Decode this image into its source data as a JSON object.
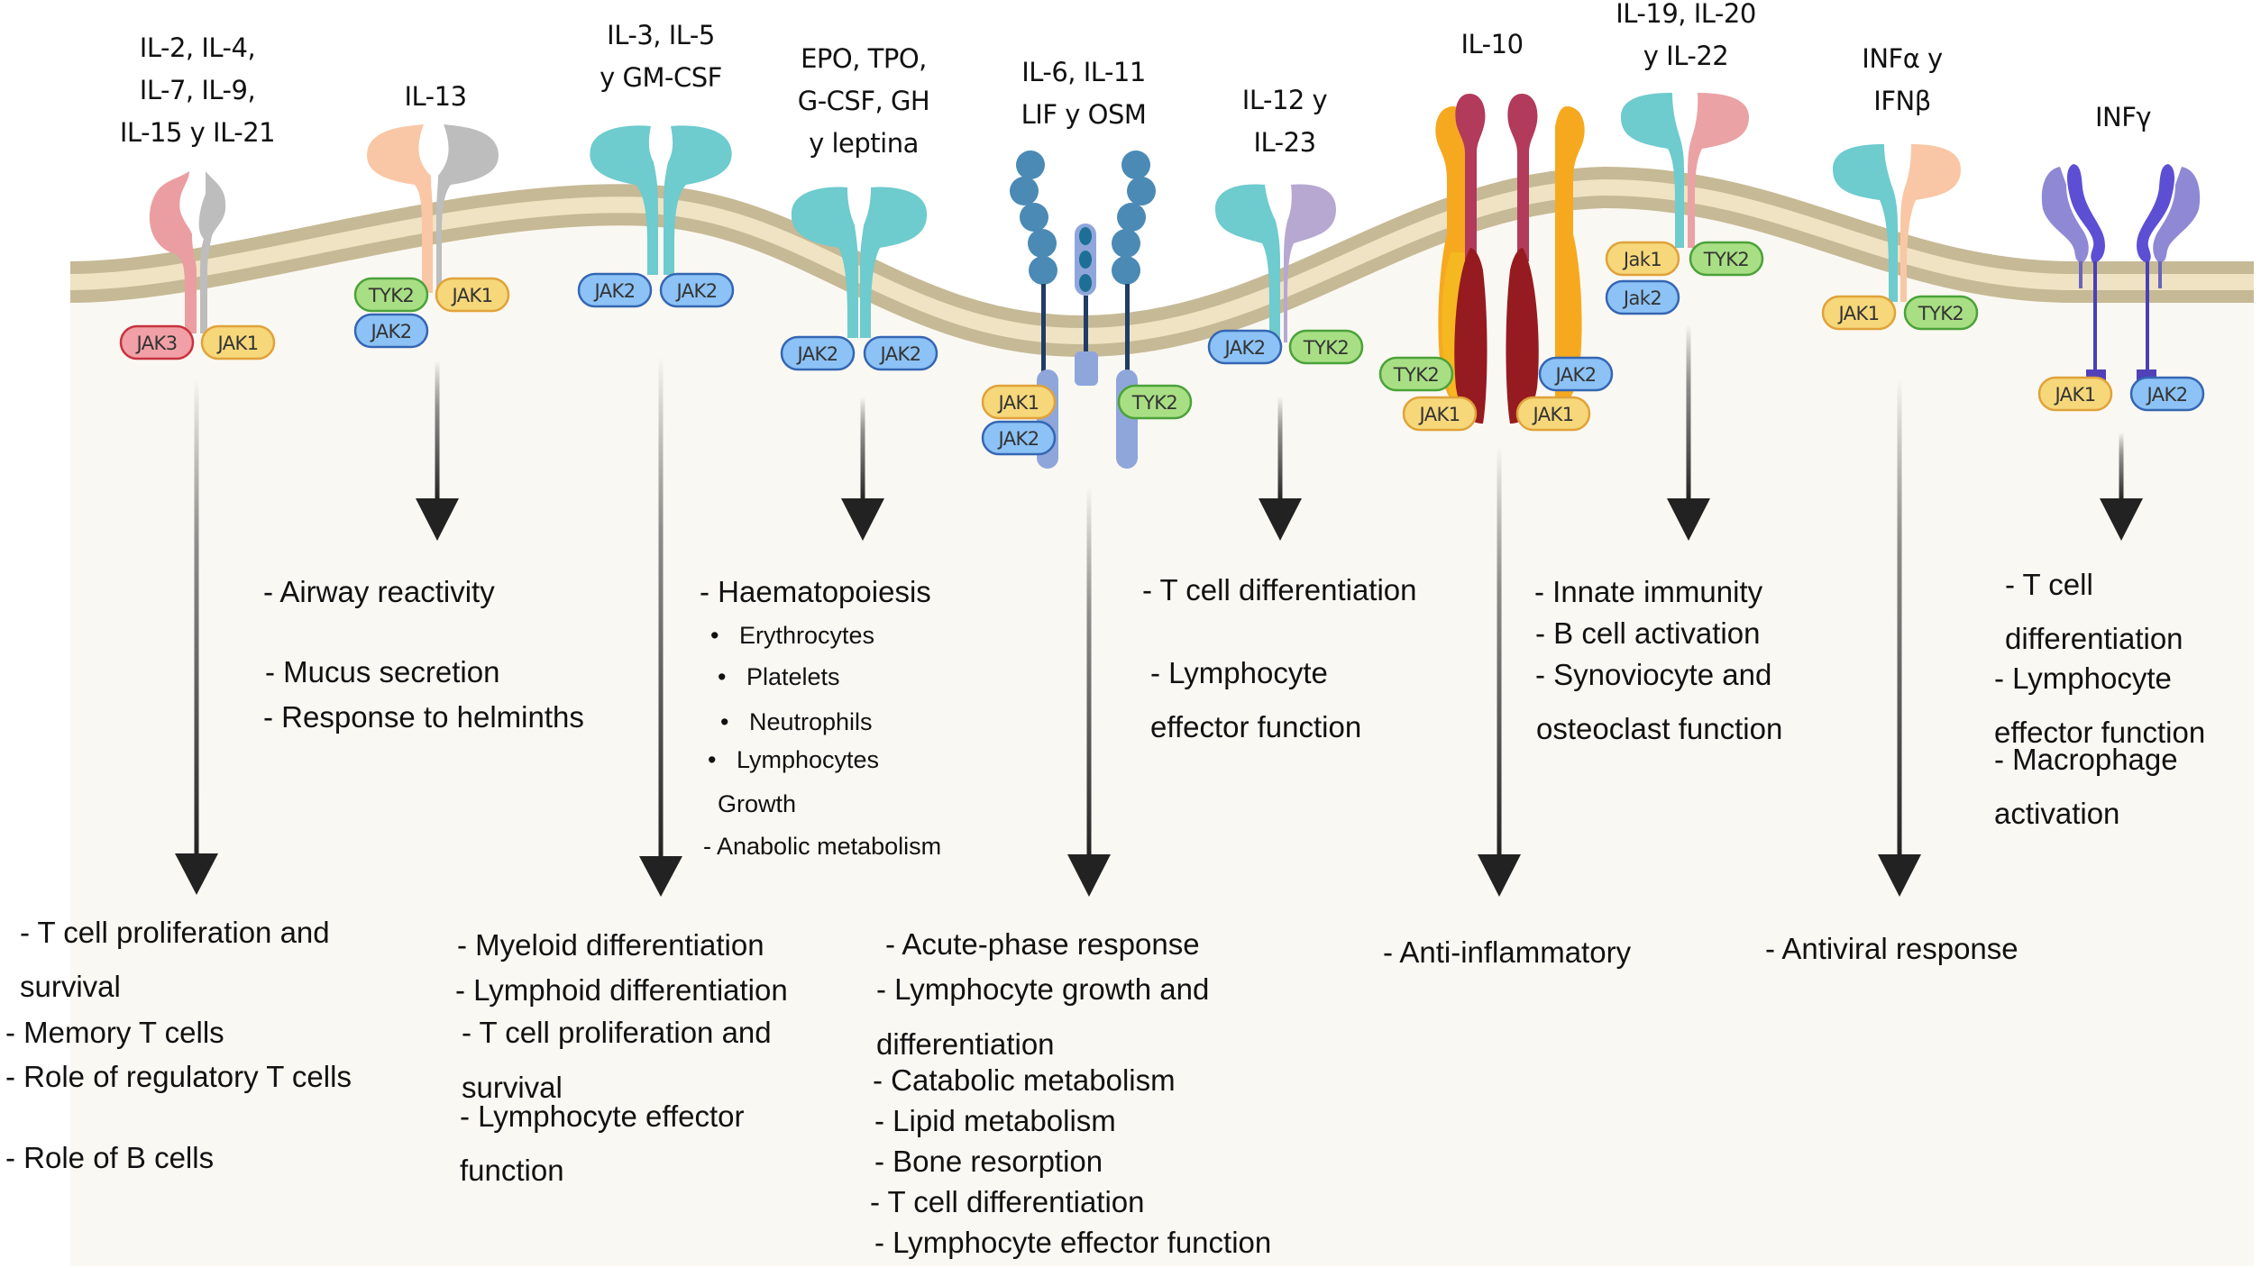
{
  "title": "JAK-STAT cytokine receptor families and biological functions",
  "colors": {
    "membrane_outer": "#c6b995",
    "membrane_inner": "#efe3c3",
    "cytoplasm": "#faf8f2",
    "arrow": "#222222",
    "jak1_fill": "#f6d77a",
    "jak1_stroke": "#e0a23a",
    "jak2_fill": "#8cc2f5",
    "jak2_stroke": "#3566b3",
    "jak3_fill": "#f0a0a6",
    "jak3_stroke": "#c8323e",
    "tyk2_fill": "#a9df84",
    "tyk2_stroke": "#4aa23a"
  },
  "receptors": [
    {
      "id": "il2-family",
      "header": [
        "IL-2, IL-4,",
        "IL-7, IL-9,",
        "IL-15 y IL-21"
      ],
      "kinases": [
        "JAK3",
        "JAK1"
      ],
      "functions": [
        "- T cell proliferation and",
        "survival",
        "- Memory T cells",
        "- Role of regulatory T cells",
        "- Role of B cells"
      ]
    },
    {
      "id": "il13",
      "header": [
        "IL-13"
      ],
      "kinases": [
        "TYK2",
        "JAK1",
        "JAK2"
      ],
      "functions": [
        "- Airway reactivity",
        "- Mucus secretion",
        "- Response to helminths"
      ]
    },
    {
      "id": "il3-family",
      "header": [
        "IL-3, IL-5",
        "y GM-CSF"
      ],
      "kinases": [
        "JAK2",
        "JAK2"
      ],
      "functions": [
        "- Myeloid differentiation",
        "- Lymphoid differentiation",
        "- T cell proliferation and",
        "survival",
        "- Lymphocyte effector",
        "function"
      ]
    },
    {
      "id": "epo-family",
      "header": [
        "EPO, TPO,",
        "G-CSF, GH",
        "y leptina"
      ],
      "kinases": [
        "JAK2",
        "JAK2"
      ],
      "functions": [
        "- Haematopoiesis",
        "Erythrocytes",
        "Platelets",
        "Neutrophils",
        "Lymphocytes",
        "Growth",
        "- Anabolic metabolism"
      ]
    },
    {
      "id": "il6-family",
      "header": [
        "IL-6, IL-11",
        "LIF y OSM"
      ],
      "kinases": [
        "JAK1",
        "JAK2",
        "TYK2"
      ],
      "functions": [
        "- Acute-phase response",
        "- Lymphocyte growth and",
        "differentiation",
        "- Catabolic metabolism",
        "- Lipid metabolism",
        "- Bone resorption",
        "- T cell differentiation",
        "- Lymphocyte effector function"
      ]
    },
    {
      "id": "il12-family",
      "header": [
        "IL-12 y",
        "IL-23"
      ],
      "kinases": [
        "JAK2",
        "TYK2"
      ],
      "functions": [
        "- T cell differentiation",
        "- Lymphocyte",
        "effector function"
      ]
    },
    {
      "id": "il10",
      "header": [
        "IL-10"
      ],
      "kinases": [
        "TYK2",
        "JAK2",
        "JAK1",
        "JAK1"
      ],
      "functions": [
        "- Anti-inflammatory"
      ]
    },
    {
      "id": "il19-family",
      "header": [
        "IL-19, IL-20",
        "y IL-22"
      ],
      "kinases": [
        "Jak1",
        "TYK2",
        "Jak2"
      ],
      "functions": [
        "- Innate immunity",
        "- B cell activation",
        "- Synoviocyte and",
        "osteoclast function"
      ]
    },
    {
      "id": "ifn-type1",
      "header": [
        "INFα y",
        "IFNβ"
      ],
      "kinases": [
        "JAK1",
        "TYK2"
      ],
      "functions": [
        "- Antiviral response"
      ]
    },
    {
      "id": "ifn-gamma",
      "header": [
        "INFγ"
      ],
      "kinases": [
        "JAK1",
        "JAK2"
      ],
      "functions": [
        "- T cell",
        "differentiation",
        "- Lymphocyte",
        "effector function",
        "- Macrophage",
        "activation"
      ]
    }
  ]
}
